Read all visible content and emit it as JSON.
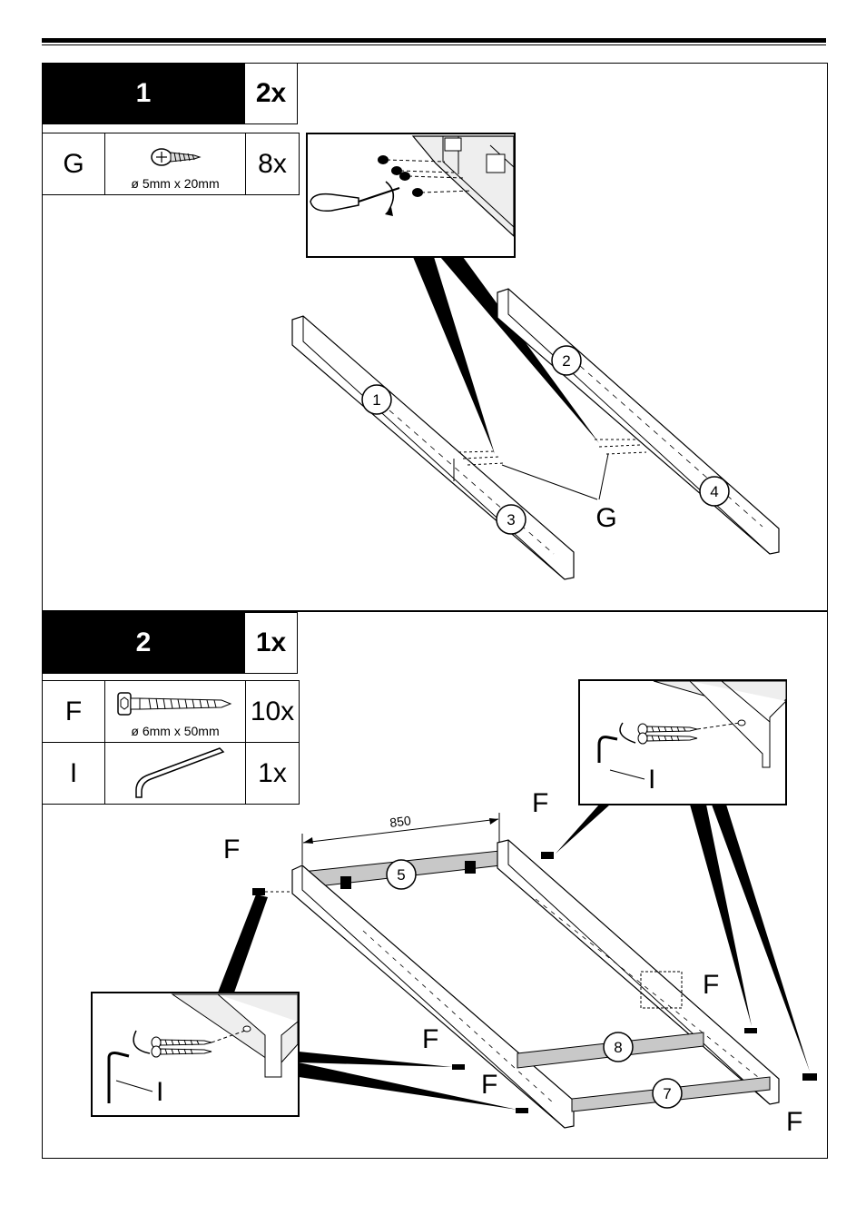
{
  "steps": [
    {
      "number": "1",
      "quantity": "2x",
      "parts": [
        {
          "letter": "G",
          "size": "ø 5mm x 20mm",
          "count": "8x",
          "icon": "wood-screw-icon"
        }
      ],
      "callouts": {
        "beam_1": "1",
        "beam_2": "2",
        "beam_3": "3",
        "beam_4": "4",
        "screw_label": "G"
      }
    },
    {
      "number": "2",
      "quantity": "1x",
      "parts": [
        {
          "letter": "F",
          "size": "ø 6mm x 50mm",
          "count": "10x",
          "icon": "bolt-icon"
        },
        {
          "letter": "I",
          "size": "",
          "count": "1x",
          "icon": "allen-key-icon"
        }
      ],
      "callouts": {
        "slat_5": "5",
        "slat_7": "7",
        "slat_8": "8",
        "dimension": "850",
        "fastener": "F",
        "tool": "I"
      }
    }
  ]
}
